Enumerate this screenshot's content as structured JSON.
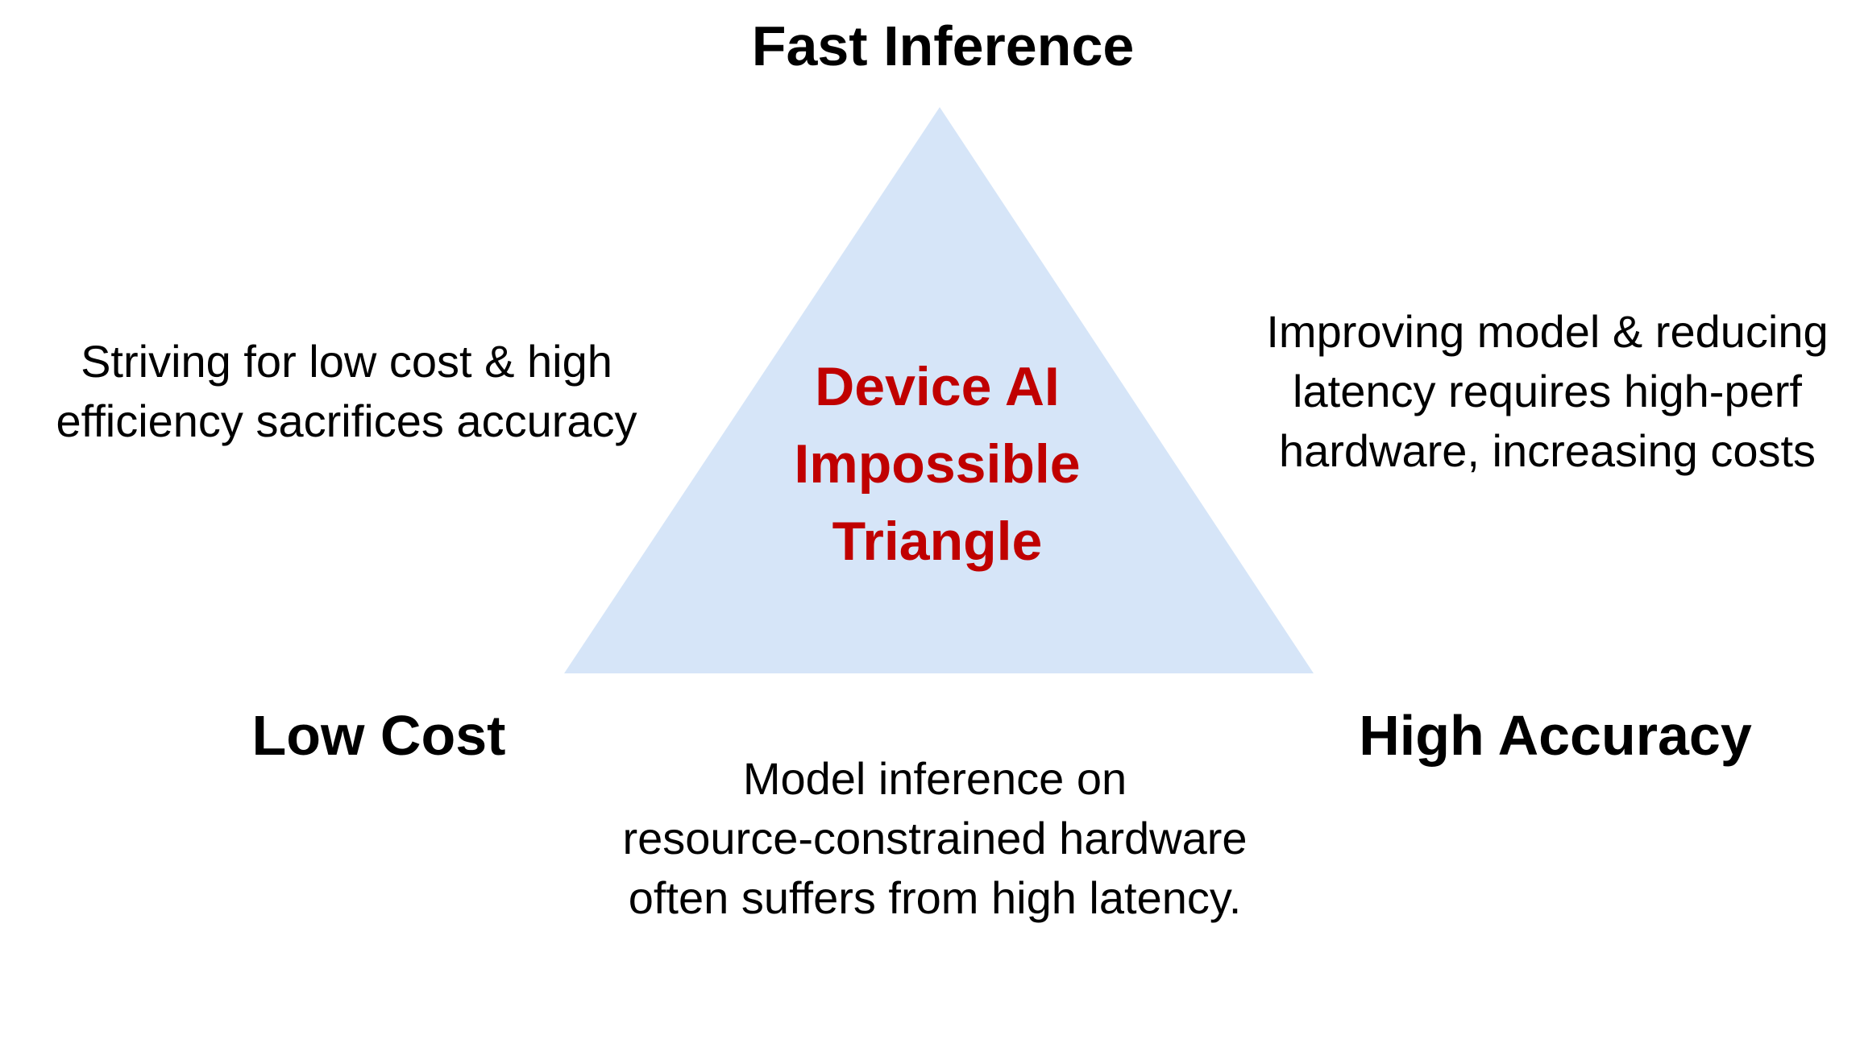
{
  "colors": {
    "triangle_fill": "#d6e5f8",
    "title_color": "#c00000",
    "text_color": "#000000"
  },
  "vertices": {
    "top": "Fast Inference",
    "left": "Low Cost",
    "right": "High Accuracy"
  },
  "center_title": [
    "Device AI",
    "Impossible",
    "Triangle"
  ],
  "descriptions": {
    "left": [
      "Striving for low cost & high",
      "efficiency sacrifices accuracy"
    ],
    "right": [
      "Improving model & reducing",
      "latency requires high-perf",
      "hardware, increasing costs"
    ],
    "bottom": [
      "Model inference on",
      "resource-constrained hardware",
      "often suffers from high latency."
    ]
  }
}
